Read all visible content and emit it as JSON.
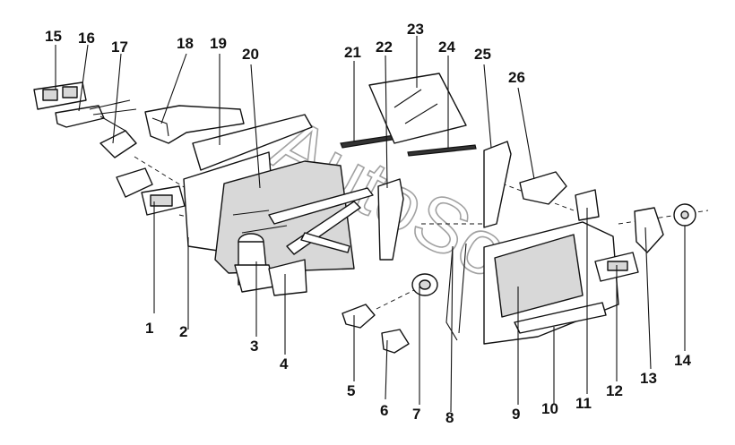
{
  "diagram": {
    "watermark": "AutoSoft",
    "callouts": [
      "1",
      "2",
      "3",
      "4",
      "5",
      "6",
      "7",
      "8",
      "9",
      "10",
      "11",
      "12",
      "13",
      "14",
      "15",
      "16",
      "17",
      "18",
      "19",
      "20",
      "21",
      "22",
      "23",
      "24",
      "25",
      "26"
    ]
  }
}
